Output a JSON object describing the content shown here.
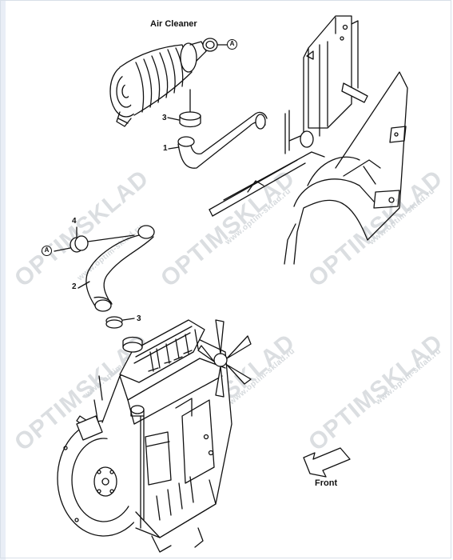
{
  "title": "Air Cleaner",
  "direction_label": "Front",
  "callouts": {
    "part_1": "1",
    "part_2": "2",
    "part_3_upper": "3",
    "part_3_lower": "3",
    "part_4": "4",
    "ref_a_upper": "A",
    "ref_a_lower": "A"
  },
  "watermark": {
    "brand": "OPTIMSKLAD",
    "url": "www.optim-sklad.ru"
  },
  "colors": {
    "line": "#111111",
    "watermark": "#cfd4d8",
    "background": "#ffffff"
  }
}
